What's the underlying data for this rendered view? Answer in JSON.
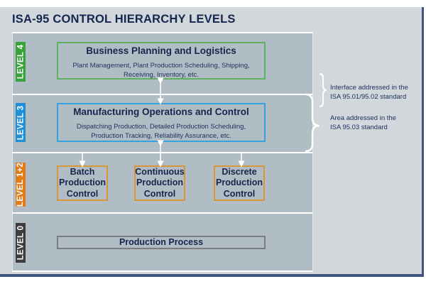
{
  "title": "ISA-95 CONTROL HIERARCHY LEVELS",
  "levels": [
    {
      "label": "LEVEL 4",
      "color": "#3aa23a"
    },
    {
      "label": "LEVEL 3",
      "color": "#1f8fd6"
    },
    {
      "label": "LEVEL 1+2",
      "color": "#e07b1a"
    },
    {
      "label": "LEVEL 0",
      "color": "#3d3d3d"
    }
  ],
  "level4": {
    "heading": "Business Planning and Logistics",
    "description_line1": "Plant Management, Plant Production Scheduling, Shipping,",
    "description_line2": "Receiving, Inventory, etc."
  },
  "level3": {
    "heading": "Manufacturing Operations and Control",
    "description_line1": "Dispatching Production, Detailed Production Scheduling,",
    "description_line2": "Production Tracking, Reliability Assurance, etc."
  },
  "level12": {
    "boxes": [
      {
        "line1": "Batch",
        "line2": "Production",
        "line3": "Control"
      },
      {
        "line1": "Continuous",
        "line2": "Production",
        "line3": "Control"
      },
      {
        "line1": "Discrete",
        "line2": "Production",
        "line3": "Control"
      }
    ]
  },
  "level0": {
    "heading": "Production Process"
  },
  "annotations": [
    {
      "line1": "Interface addressed in the",
      "line2": "ISA 95.01/95.02 standard"
    },
    {
      "line1": "Area addressed in the",
      "line2": "ISA 95.03 standard"
    }
  ]
}
